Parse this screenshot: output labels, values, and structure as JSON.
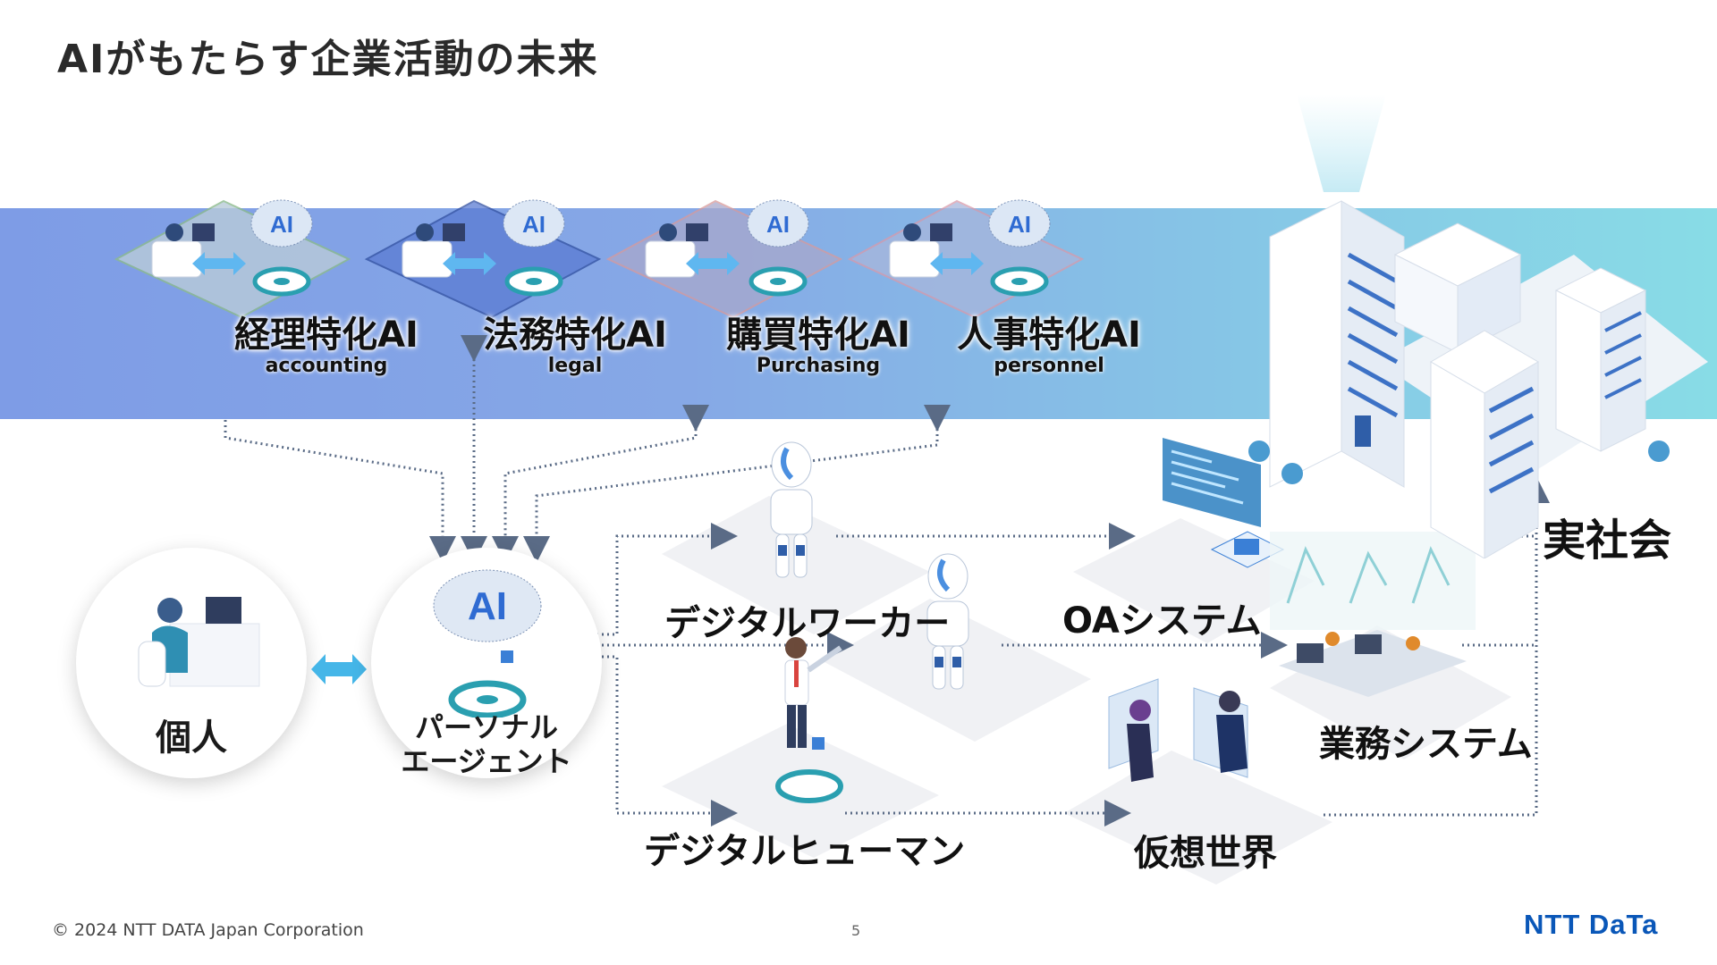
{
  "title": "AIがもたらす企業活動の未来",
  "specialized_ai": [
    {
      "jp": "経理特化AI",
      "en": "accounting",
      "icon_badge": "AI"
    },
    {
      "jp": "法務特化AI",
      "en": "legal",
      "icon_badge": "AI"
    },
    {
      "jp": "購買特化AI",
      "en": "Purchasing",
      "icon_badge": "AI"
    },
    {
      "jp": "人事特化AI",
      "en": "personnel",
      "icon_badge": "AI"
    }
  ],
  "nodes": {
    "individual": "個人",
    "agent_badge": "AI",
    "agent_line1": "パーソナル",
    "agent_line2": "エージェント",
    "digital_worker": "デジタルワーカー",
    "digital_human": "デジタルヒューマン",
    "oa_system": "OAシステム",
    "business_system": "業務システム",
    "virtual_world": "仮想世界",
    "real_society": "実社会"
  },
  "footer": {
    "copyright": "© 2024 NTT DATA Japan Corporation",
    "page": "5",
    "logo": "NTT DaTa"
  },
  "colors": {
    "band_left": "#7e9ce6",
    "band_right": "#88dce6",
    "arrow": "#5a6b86",
    "accent_blue": "#2f7fd6",
    "logo": "#0a57b8"
  }
}
